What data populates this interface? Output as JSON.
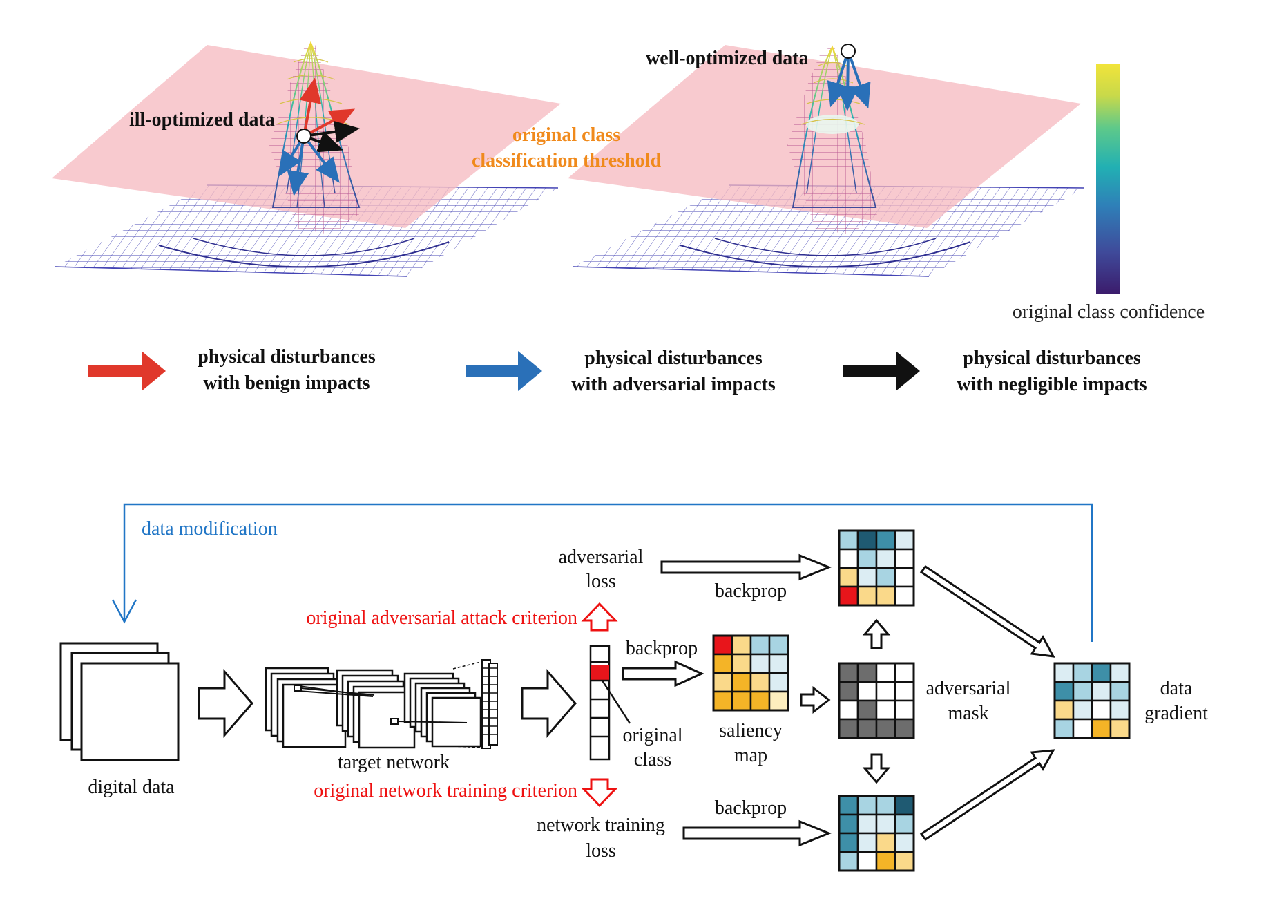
{
  "top": {
    "left_point_label": "ill-optimized data",
    "right_point_label": "well-optimized data",
    "threshold_label_line1": "original class",
    "threshold_label_line2": "classification threshold",
    "colorbar_label": "original class confidence",
    "legend": [
      {
        "color": "#e0382b",
        "line1": "physical disturbances",
        "line2": "with benign impacts"
      },
      {
        "color": "#2a70b8",
        "line1": "physical disturbances",
        "line2": "with adversarial impacts"
      },
      {
        "color": "#111111",
        "line1": "physical disturbances",
        "line2": "with negligible impacts"
      }
    ],
    "colors": {
      "plane": "#f6b8bf",
      "mesh": "#3a3aa8",
      "colormap": [
        "#3b1c6c",
        "#3f4a9a",
        "#2f7fb8",
        "#22b0b3",
        "#5ec98a",
        "#c8d94a",
        "#f2e43a"
      ]
    }
  },
  "bottom": {
    "data_modification": "data modification",
    "digital_data": "digital data",
    "target_network": "target network",
    "adversarial_loss_line1": "adversarial",
    "adversarial_loss_line2": "loss",
    "attack_criterion": "original adversarial attack criterion",
    "training_criterion": "original network training criterion",
    "training_loss_line1": "network training",
    "training_loss_line2": "loss",
    "backprop_top": "backprop",
    "backprop_mid": "backprop",
    "backprop_bottom": "backprop",
    "original_class_line1": "original",
    "original_class_line2": "class",
    "saliency_line1": "saliency",
    "saliency_line2": "map",
    "adv_mask_line1": "adversarial",
    "adv_mask_line2": "mask",
    "data_gradient_line1": "data",
    "data_gradient_line2": "gradient",
    "colors": {
      "flow_blue": "#2176c6",
      "criterion_red": "#ee1111",
      "dark_teal": "#1f5a72",
      "teal": "#3e8fa8",
      "light_blue": "#a8d4e2",
      "pale_blue": "#dcedf3",
      "orange": "#f4b427",
      "light_orange": "#fad98a",
      "pale_orange": "#fdeebe",
      "red": "#e8151b",
      "gray": "#6d6d6d"
    },
    "grids": {
      "adversarial_grad": [
        [
          "lb",
          "dt",
          "te",
          "pb"
        ],
        [
          "w",
          "lb",
          "pb",
          "w"
        ],
        [
          "lo",
          "pb",
          "lb",
          "w"
        ],
        [
          "r",
          "lo",
          "lo",
          "w"
        ]
      ],
      "saliency": [
        [
          "r",
          "lo",
          "lb",
          "lb"
        ],
        [
          "o",
          "lo",
          "pb",
          "pb"
        ],
        [
          "lo",
          "o",
          "lo",
          "pb"
        ],
        [
          "o",
          "o",
          "o",
          "po"
        ]
      ],
      "adversarial_mask": [
        [
          "g",
          "g",
          "w",
          "w"
        ],
        [
          "g",
          "w",
          "w",
          "w"
        ],
        [
          "w",
          "g",
          "w",
          "w"
        ],
        [
          "g",
          "g",
          "g",
          "g"
        ]
      ],
      "training_grad": [
        [
          "te",
          "lb",
          "lb",
          "dt"
        ],
        [
          "te",
          "pb",
          "pb",
          "lb"
        ],
        [
          "te",
          "pb",
          "lo",
          "pb"
        ],
        [
          "lb",
          "w",
          "o",
          "lo"
        ]
      ],
      "data_gradient": [
        [
          "pb",
          "lb",
          "te",
          "pb"
        ],
        [
          "te",
          "lb",
          "pb",
          "lb"
        ],
        [
          "lo",
          "pb",
          "w",
          "pb"
        ],
        [
          "lb",
          "w",
          "o",
          "lo"
        ]
      ]
    }
  }
}
